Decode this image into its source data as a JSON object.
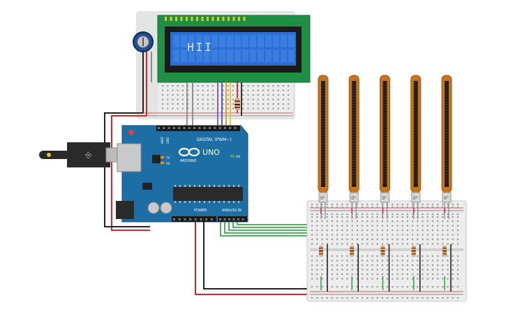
{
  "lcd": {
    "text": "HII",
    "background_color": "#2a6fd6",
    "pcb_color": "#1f8f46"
  },
  "arduino": {
    "board_name": "UNO",
    "brand": "ARDUINO",
    "digital_header_label": "DIGITAL (PWM~)",
    "power_label": "POWER",
    "analog_label": "ANALOG IN",
    "on_label": "ON",
    "tx_label": "TX",
    "rx_label": "RX",
    "aref_label": "AREF",
    "gnd_label": "GND",
    "board_color": "#1c6ea4"
  },
  "flex_sensors": {
    "count": 5,
    "angle_label": "0°",
    "body_color": "#c8741c"
  },
  "wire_colors": {
    "red": "#d9242a",
    "black": "#222222",
    "green": "#3aa94b",
    "purple": "#8e4ec6",
    "blue": "#3a56d4",
    "orange": "#e39a1d",
    "yellow": "#e6c32a",
    "gray": "#8a8a8a"
  }
}
